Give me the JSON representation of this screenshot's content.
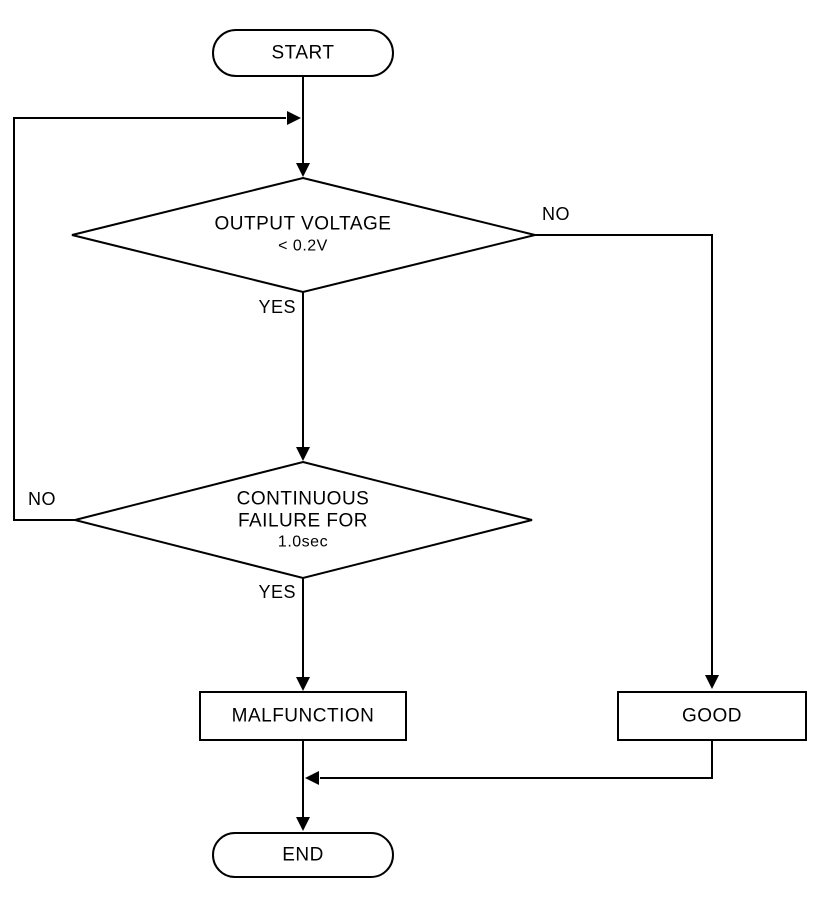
{
  "flowchart": {
    "start": {
      "label": "START"
    },
    "decision1": {
      "line1": "OUTPUT VOLTAGE",
      "line2": "< 0.2V",
      "no_label": "NO",
      "yes_label": "YES"
    },
    "decision2": {
      "line1": "CONTINUOUS",
      "line2": "FAILURE FOR",
      "line3": "1.0sec",
      "no_label": "NO",
      "yes_label": "YES"
    },
    "malfunction": {
      "label": "MALFUNCTION"
    },
    "good": {
      "label": "GOOD"
    },
    "end": {
      "label": "END"
    },
    "colors": {
      "stroke": "#000000",
      "background": "#ffffff"
    }
  }
}
